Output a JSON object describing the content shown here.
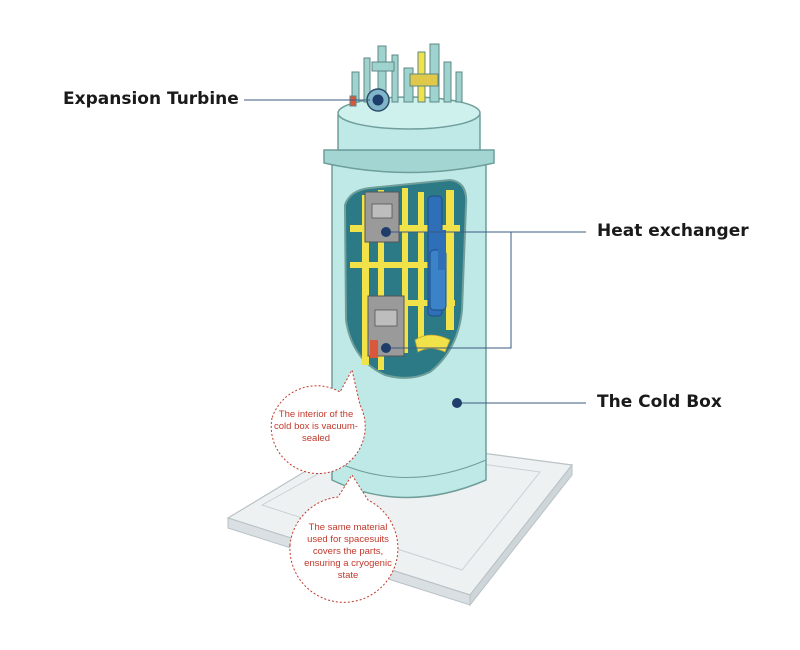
{
  "labels": {
    "expansion_turbine": "Expansion Turbine",
    "heat_exchanger": "Heat exchanger",
    "cold_box": "The Cold Box"
  },
  "notes": {
    "vacuum": "The interior of the cold box is vacuum-sealed",
    "spacesuit": "The same material used for spacesuits covers the parts, ensuring a cryogenic state"
  },
  "colors": {
    "tank_fill": "#bfe9e6",
    "tank_stroke": "#6f9e9b",
    "tank_dark": "#a3d6d2",
    "interior": "#2b7a86",
    "pipe_yellow": "#f2e24a",
    "pipe_blue": "#2f6fb7",
    "machine_gray": "#9a9a9a",
    "leader_line": "#3d5a80",
    "marker": "#1f3d6b",
    "note_red": "#c0392b",
    "base_fill": "#eef1f2"
  }
}
